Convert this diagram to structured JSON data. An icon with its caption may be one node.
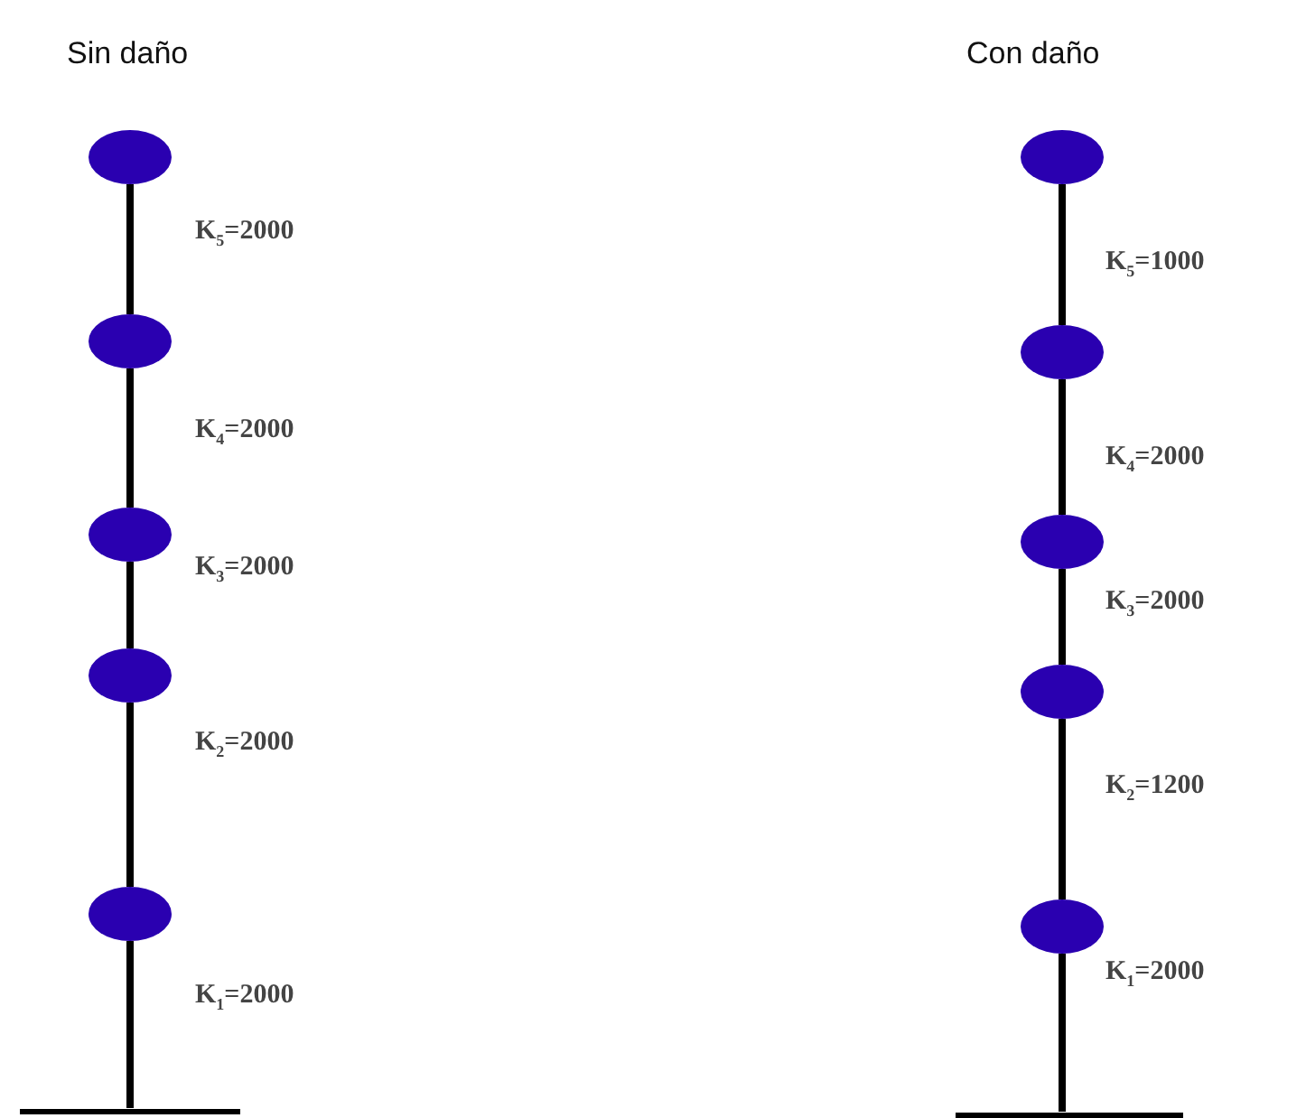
{
  "diagram": {
    "nodes": [
      {
        "text": [],
        "shape": "circle"
      },
      {
        "text": [],
        "shape": "circle"
      },
      {
        "text": [],
        "shape": "circle"
      },
      {
        "text": [],
        "shape": "circle"
      },
      {
        "text": [],
        "shape": "circle"
      },
      {
        "text": [],
        "shape": "bar"
      },
      {
        "text": [],
        "shape": "circle"
      },
      {
        "text": [],
        "shape": "circle"
      },
      {
        "text": [],
        "shape": "circle"
      },
      {
        "text": [],
        "shape": "circle"
      },
      {
        "text": [],
        "shape": "circle"
      },
      {
        "text": [],
        "shape": "bar"
      }
    ],
    "edges": [
      {
        "from": 0,
        "to": 1,
        "arrow": "none",
        "label": "K$_{5}$=2000"
      },
      {
        "from": 1,
        "to": 2,
        "arrow": "none",
        "label": "K$_{4}$=2000"
      },
      {
        "from": 2,
        "to": 3,
        "arrow": "none",
        "label": "K$_{3}$=2000"
      },
      {
        "from": 3,
        "to": 4,
        "arrow": "none",
        "label": "K$_{2}$=2000"
      },
      {
        "from": 4,
        "to": 5,
        "arrow": "none",
        "label": "K$_{1}$=2000"
      },
      {
        "from": 6,
        "to": 7,
        "arrow": "none",
        "label": "K$_{5}$=1000"
      },
      {
        "from": 7,
        "to": 8,
        "arrow": "none",
        "label": "K$_{4}$=2000"
      },
      {
        "from": 8,
        "to": 9,
        "arrow": "none",
        "label": "K$_{3}$=2000"
      },
      {
        "from": 9,
        "to": 10,
        "arrow": "none",
        "label": "K$_{2}$=1200"
      },
      {
        "from": 10,
        "to": 11,
        "arrow": "none",
        "label": "K$_{1}$=2000"
      }
    ],
    "labels": [
      "Sin daño",
      "Con daño"
    ]
  }
}
